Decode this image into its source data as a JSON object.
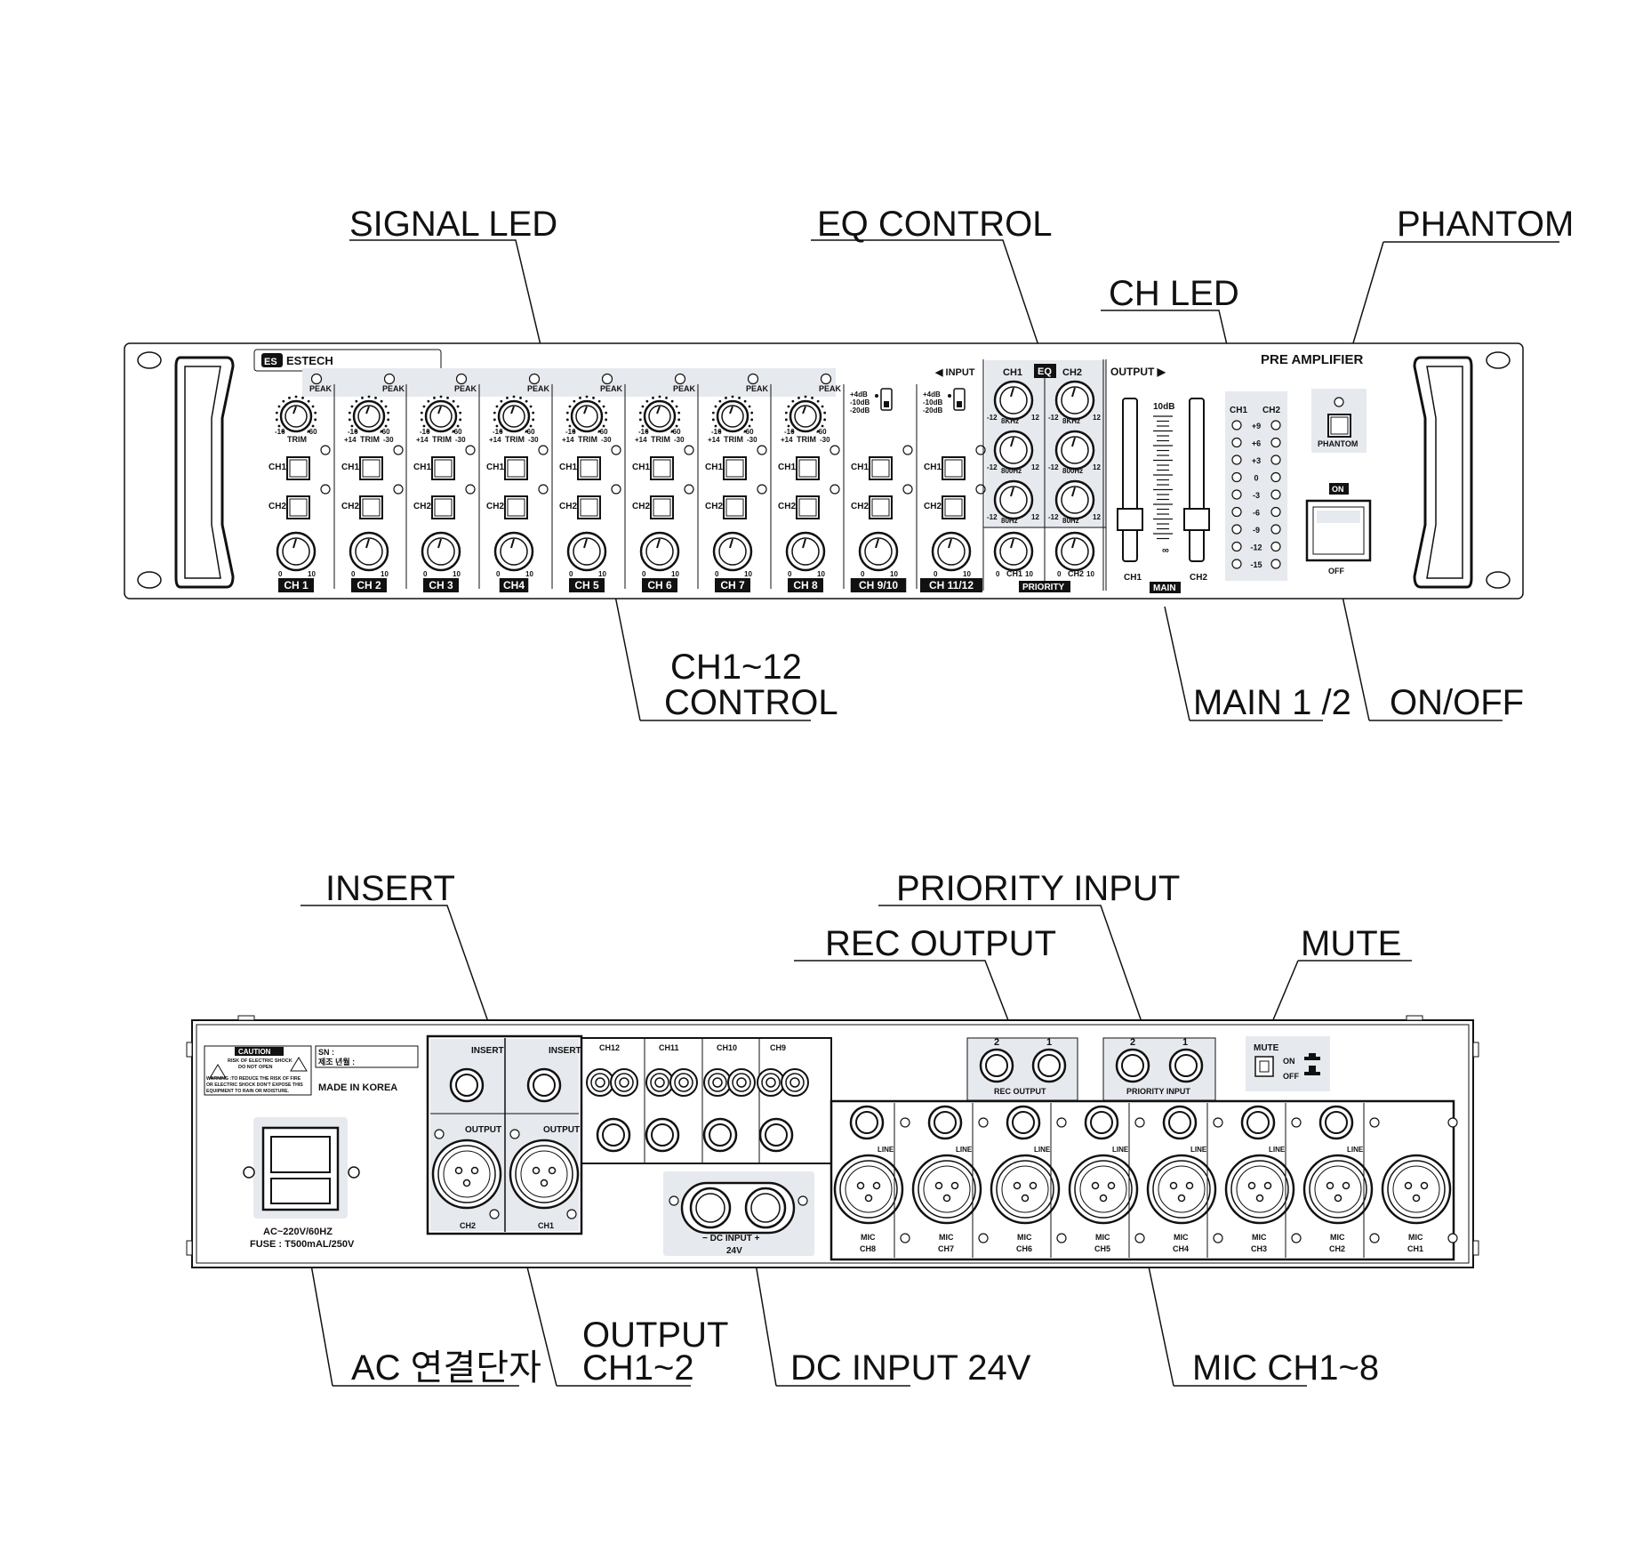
{
  "callouts": {
    "signal_led": "SIGNAL LED",
    "eq_control": "EQ CONTROL",
    "phantom": "PHANTOM",
    "ch_led": "CH LED",
    "ch_control_1": "CH1~12",
    "ch_control_2": "CONTROL",
    "main": "MAIN 1 /2",
    "onoff": "ON/OFF",
    "insert": "INSERT",
    "priority_input": "PRIORITY INPUT",
    "rec_output": "REC OUTPUT",
    "mute": "MUTE",
    "ac": "AC 연결단자",
    "output_1": "OUTPUT",
    "output_2": "CH1~2",
    "dc_input": "DC INPUT 24V",
    "mic": "MIC CH1~8"
  },
  "front": {
    "brand": "ESTECH",
    "brand_mark": "ES",
    "model": "PRE AMPLIFIER",
    "peak": "PEAK",
    "trim": "TRIM",
    "trim_scale_first": [
      "-16",
      "-60"
    ],
    "trim_scale": [
      "-16",
      "-60",
      "+14",
      "-30"
    ],
    "ch1": "CH1",
    "ch2": "CH2",
    "knob_min": "0",
    "knob_max": "10",
    "channels": [
      "CH 1",
      "CH 2",
      "CH 3",
      "CH4",
      "CH 5",
      "CH 6",
      "CH 7",
      "CH 8",
      "CH 9/10",
      "CH 11/12"
    ],
    "input_label": "◀ INPUT",
    "input_levels": [
      "+4dB",
      "-10dB",
      "-20dB"
    ],
    "eq_label": "EQ",
    "eq_bands": [
      "8KHz",
      "800Hz",
      "80Hz"
    ],
    "eq_min": "-12",
    "eq_max": "12",
    "priority": "PRIORITY",
    "output_label": "OUTPUT ▶",
    "fader_mark": "10dB",
    "main_label": "MAIN",
    "led_levels": [
      "+9",
      "+6",
      "+3",
      "0",
      "-3",
      "-6",
      "-9",
      "-12",
      "-15"
    ],
    "phantom_label": "PHANTOM",
    "power_on": "ON",
    "power_off": "OFF"
  },
  "rear": {
    "caution": "CAUTION",
    "caution_line1": "RISK OF ELECTRIC SHOCK",
    "caution_line2": "DO NOT OPEN",
    "warning_1": "WARNING :TO REDUCE THE RISK OF FIRE",
    "warning_2": "OR ELECTRIC SHOCK DON'T EXPOSE THIS",
    "warning_3": "EQUIPMENT TO RAIN OR MOISTURE.",
    "sn": "SN :",
    "mfg": "제조 년월 :",
    "made_in": "MADE IN KOREA",
    "ac_rating": "AC~220V/60HZ",
    "fuse": "FUSE : T500mAL/250V",
    "insert": "INSERT",
    "output": "OUTPUT",
    "out_channels": [
      "CH2",
      "CH1"
    ],
    "rca_channels": [
      "CH12",
      "CH11",
      "CH10",
      "CH9"
    ],
    "dc_label": "−  DC INPUT  +",
    "dc_voltage": "24V",
    "rec_output": "REC OUTPUT",
    "priority_input": "PRIORITY INPUT",
    "jack_numbers": [
      "2",
      "1"
    ],
    "mute": "MUTE",
    "mute_on": "ON",
    "mute_off": "OFF",
    "line": "LINE",
    "mic": "MIC",
    "mic_channels": [
      "CH8",
      "CH7",
      "CH6",
      "CH5",
      "CH4",
      "CH3",
      "CH2",
      "CH1"
    ]
  }
}
